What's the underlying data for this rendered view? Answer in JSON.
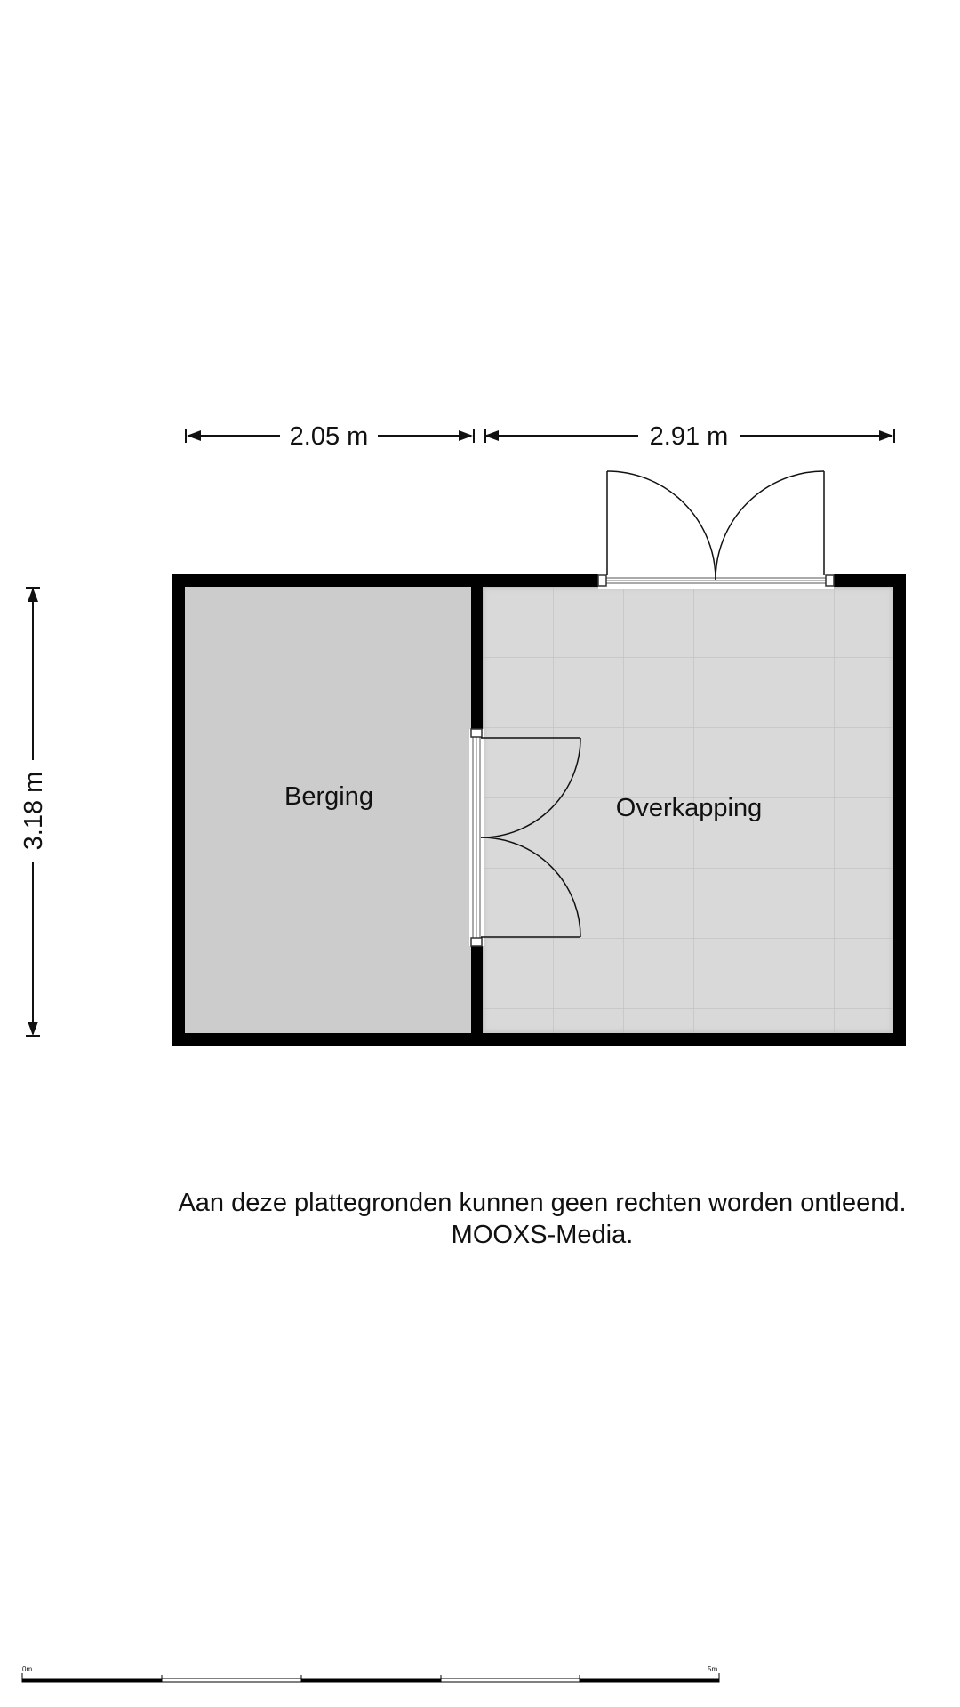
{
  "dimensions": {
    "width_left": "2.05 m",
    "width_right": "2.91 m",
    "height": "3.18 m"
  },
  "rooms": {
    "storage": "Berging",
    "canopy": "Overkapping"
  },
  "disclaimer": {
    "line1": "Aan deze plattegronden kunnen geen rechten worden ontleend.",
    "line2": "MOOXS-Media."
  },
  "scale_bar": {
    "start_label": "0m",
    "end_label": "5m"
  },
  "colors": {
    "wall": "#000000",
    "storage_floor": "#cccccc",
    "canopy_floor": "#d9d9d9",
    "tile_line": "#c7c7c7"
  }
}
